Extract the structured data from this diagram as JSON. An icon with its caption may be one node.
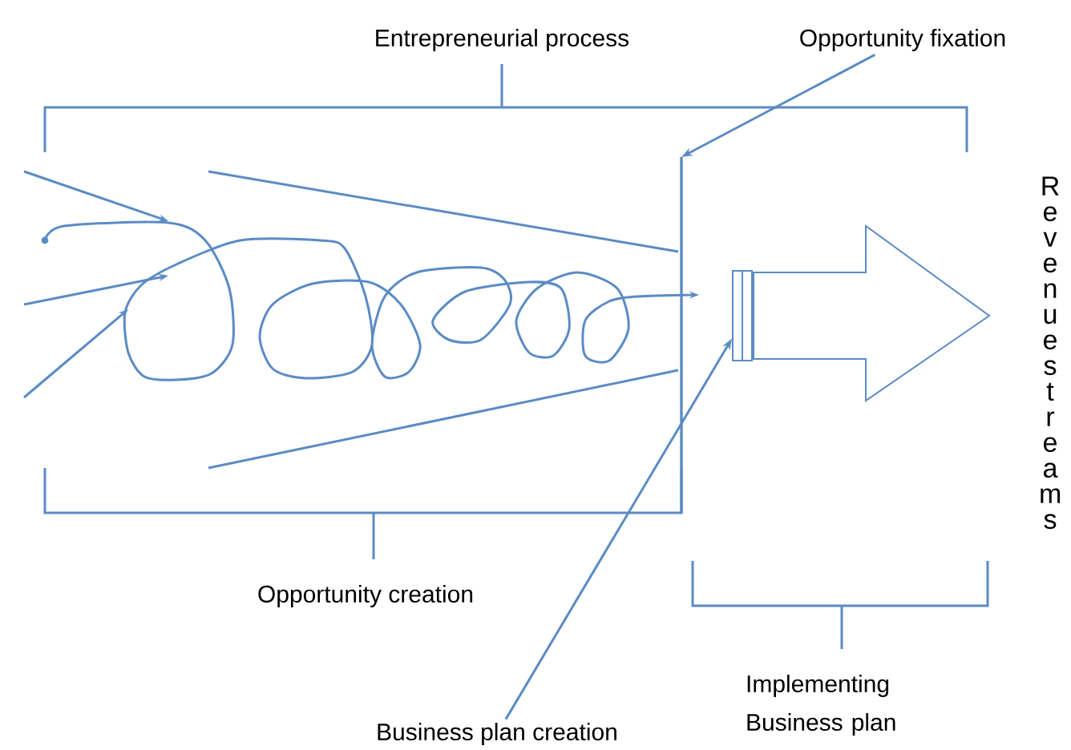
{
  "diagram": {
    "nodes": [
      {
        "text": [
          "Opportunity fixation"
        ]
      },
      {
        "text": [],
        "shape": "bar"
      },
      {
        "text": [
          "Business plan creation"
        ]
      },
      {
        "text": [],
        "shape": "bar"
      }
    ],
    "edges": [
      {
        "from": 0,
        "to": 1,
        "arrow": "to"
      },
      {
        "from": 2,
        "to": 3,
        "arrow": "to"
      }
    ],
    "labels": [
      "Entrepreneurial process",
      "Opportunity creation",
      "Implementing Business plan",
      "Revenue streams"
    ]
  }
}
